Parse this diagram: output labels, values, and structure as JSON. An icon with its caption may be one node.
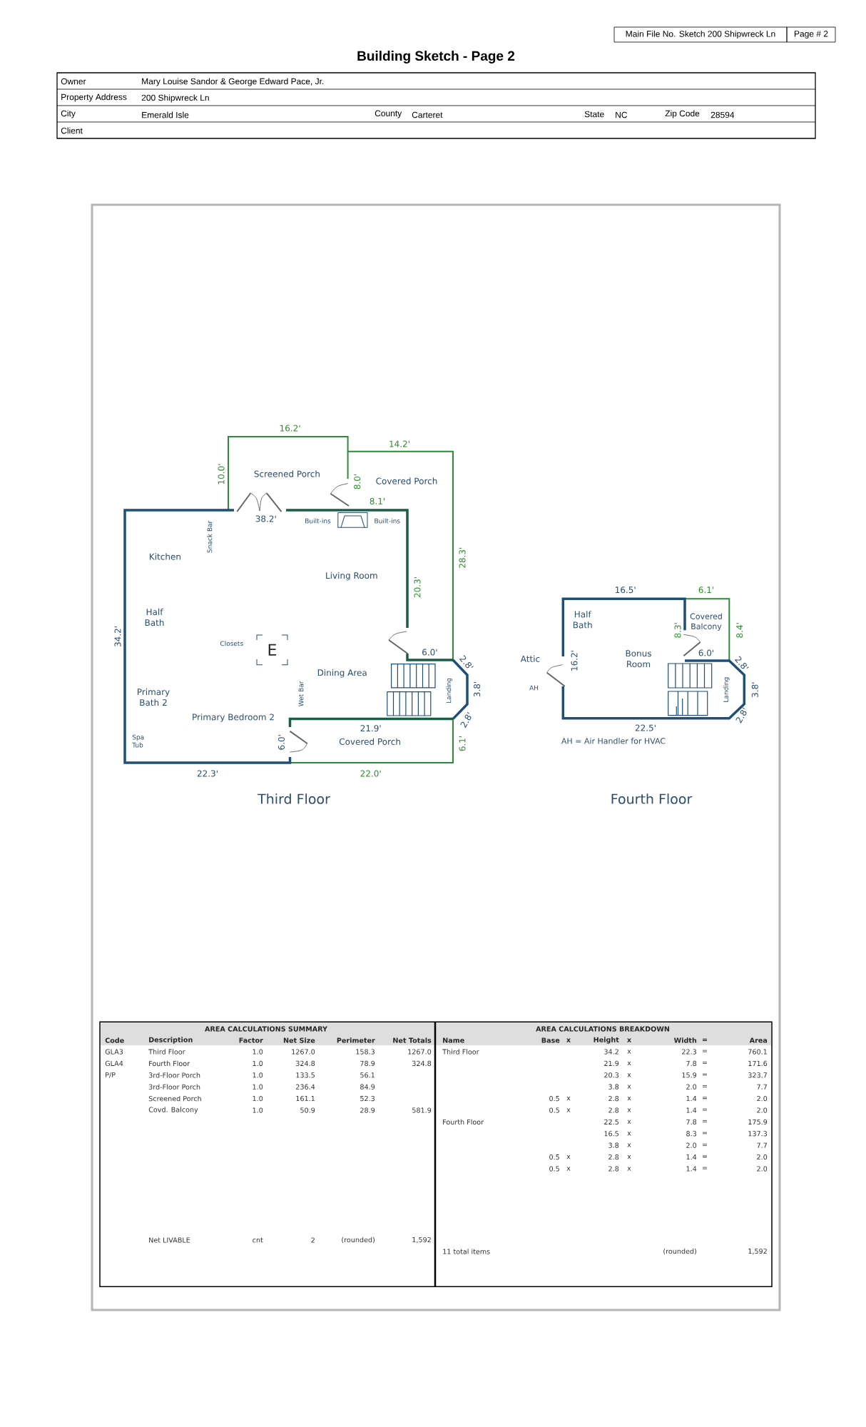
{
  "diagram": {
    "title": "Building Sketch - Page 2",
    "labels": [
      "Main File No. Sketch 200 Shipwreck Ln",
      "Page # 2",
      "Owner",
      "Mary Louise Sandor & George Edward Pace, Jr.",
      "Property Address",
      "200 Shipwreck Ln",
      "City",
      "Emerald Isle",
      "County",
      "Carteret",
      "State",
      "NC",
      "Zip Code",
      "28594",
      "Client",
      "16.2'",
      "14.2'",
      "10.0'",
      "Screened Porch",
      "8.0'",
      "Covered Porch",
      "8.1'",
      "38.2'",
      "Built-ins",
      "Built-ins",
      "Snack Bar",
      "Kitchen",
      "28.3'",
      "Living Room",
      "20.3'",
      "34.2'",
      "Half Bath",
      "Closets",
      "E",
      "6.0'",
      "Dining Area",
      "2.8'",
      "Primary Bath 2",
      "Wet Bar",
      "Landing",
      "3.8'",
      "Primary Bedroom 2",
      "2.8'",
      "21.9'",
      "Spa Tub",
      "6.0'",
      "Covered Porch",
      "6.1'",
      "22.3'",
      "22.0'",
      "Third Floor",
      "16.5'",
      "6.1'",
      "Half Bath",
      "Covered Balcony",
      "8.3'",
      "8.4'",
      "Attic",
      "AH",
      "16.2'",
      "Bonus Room",
      "6.0'",
      "2.8'",
      "Landing",
      "3.8'",
      "2.8'",
      "22.5'",
      "AH = Air Handler for HVAC",
      "Fourth Floor",
      "AREA CALCULATIONS SUMMARY",
      "Code",
      "Description",
      "Factor",
      "Net Size",
      "Perimeter",
      "Net Totals",
      "GLA3",
      "Third Floor",
      "1.0",
      "1267.0",
      "158.3",
      "1267.0",
      "GLA4",
      "Fourth Floor",
      "1.0",
      "324.8",
      "78.9",
      "324.8",
      "P/P",
      "3rd-Floor Porch",
      "1.0",
      "133.5",
      "56.1",
      "3rd-Floor Porch",
      "1.0",
      "236.4",
      "84.9",
      "Screened Porch",
      "1.0",
      "161.1",
      "52.3",
      "Covd. Balcony",
      "1.0",
      "50.9",
      "28.9",
      "581.9",
      "Net LIVABLE",
      "cnt",
      "2",
      "(rounded)",
      "1,592",
      "AREA CALCULATIONS BREAKDOWN",
      "Name",
      "Base",
      "x",
      "Height",
      "x",
      "Width",
      "=",
      "Area",
      "Third Floor",
      "34.2",
      "x",
      "22.3",
      "=",
      "760.1",
      "21.9",
      "x",
      "7.8",
      "=",
      "171.6",
      "20.3",
      "x",
      "15.9",
      "=",
      "323.7",
      "3.8",
      "x",
      "2.0",
      "=",
      "7.7",
      "0.5",
      "x",
      "2.8",
      "x",
      "1.4",
      "=",
      "2.0",
      "0.5",
      "x",
      "2.8",
      "x",
      "1.4",
      "=",
      "2.0",
      "Fourth Floor",
      "22.5",
      "x",
      "7.8",
      "=",
      "175.9",
      "16.5",
      "x",
      "8.3",
      "=",
      "137.3",
      "3.8",
      "x",
      "2.0",
      "=",
      "7.7",
      "0.5",
      "x",
      "2.8",
      "x",
      "1.4",
      "=",
      "2.0",
      "0.5",
      "x",
      "2.8",
      "x",
      "1.4",
      "=",
      "2.0",
      "11 total items",
      "(rounded)",
      "1,592"
    ]
  }
}
